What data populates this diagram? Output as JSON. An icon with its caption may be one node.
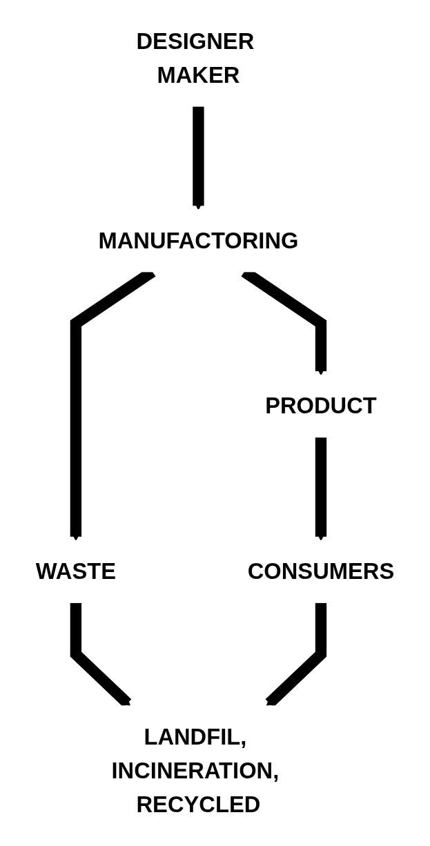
{
  "diagram": {
    "nodes": [
      {
        "text": [
          "DESIGNER MAKER"
        ]
      },
      {
        "text": [
          "MANUFACTORING"
        ]
      },
      {
        "text": [
          "WASTE"
        ]
      },
      {
        "text": [
          "PRODUCT"
        ]
      },
      {
        "text": [
          "CONSUMERS"
        ]
      },
      {
        "text": [
          "LANDFIL, INCINERATION, RECYCLED"
        ]
      }
    ],
    "edges": [
      {
        "from": 0,
        "to": 1,
        "arrow": "to"
      },
      {
        "from": 1,
        "to": 2,
        "arrow": "to"
      },
      {
        "from": 1,
        "to": 3,
        "arrow": "to"
      },
      {
        "from": 2,
        "to": 5,
        "arrow": "to"
      },
      {
        "from": 3,
        "to": 4,
        "arrow": "to"
      },
      {
        "from": 4,
        "to": 5,
        "arrow": "to"
      }
    ]
  }
}
